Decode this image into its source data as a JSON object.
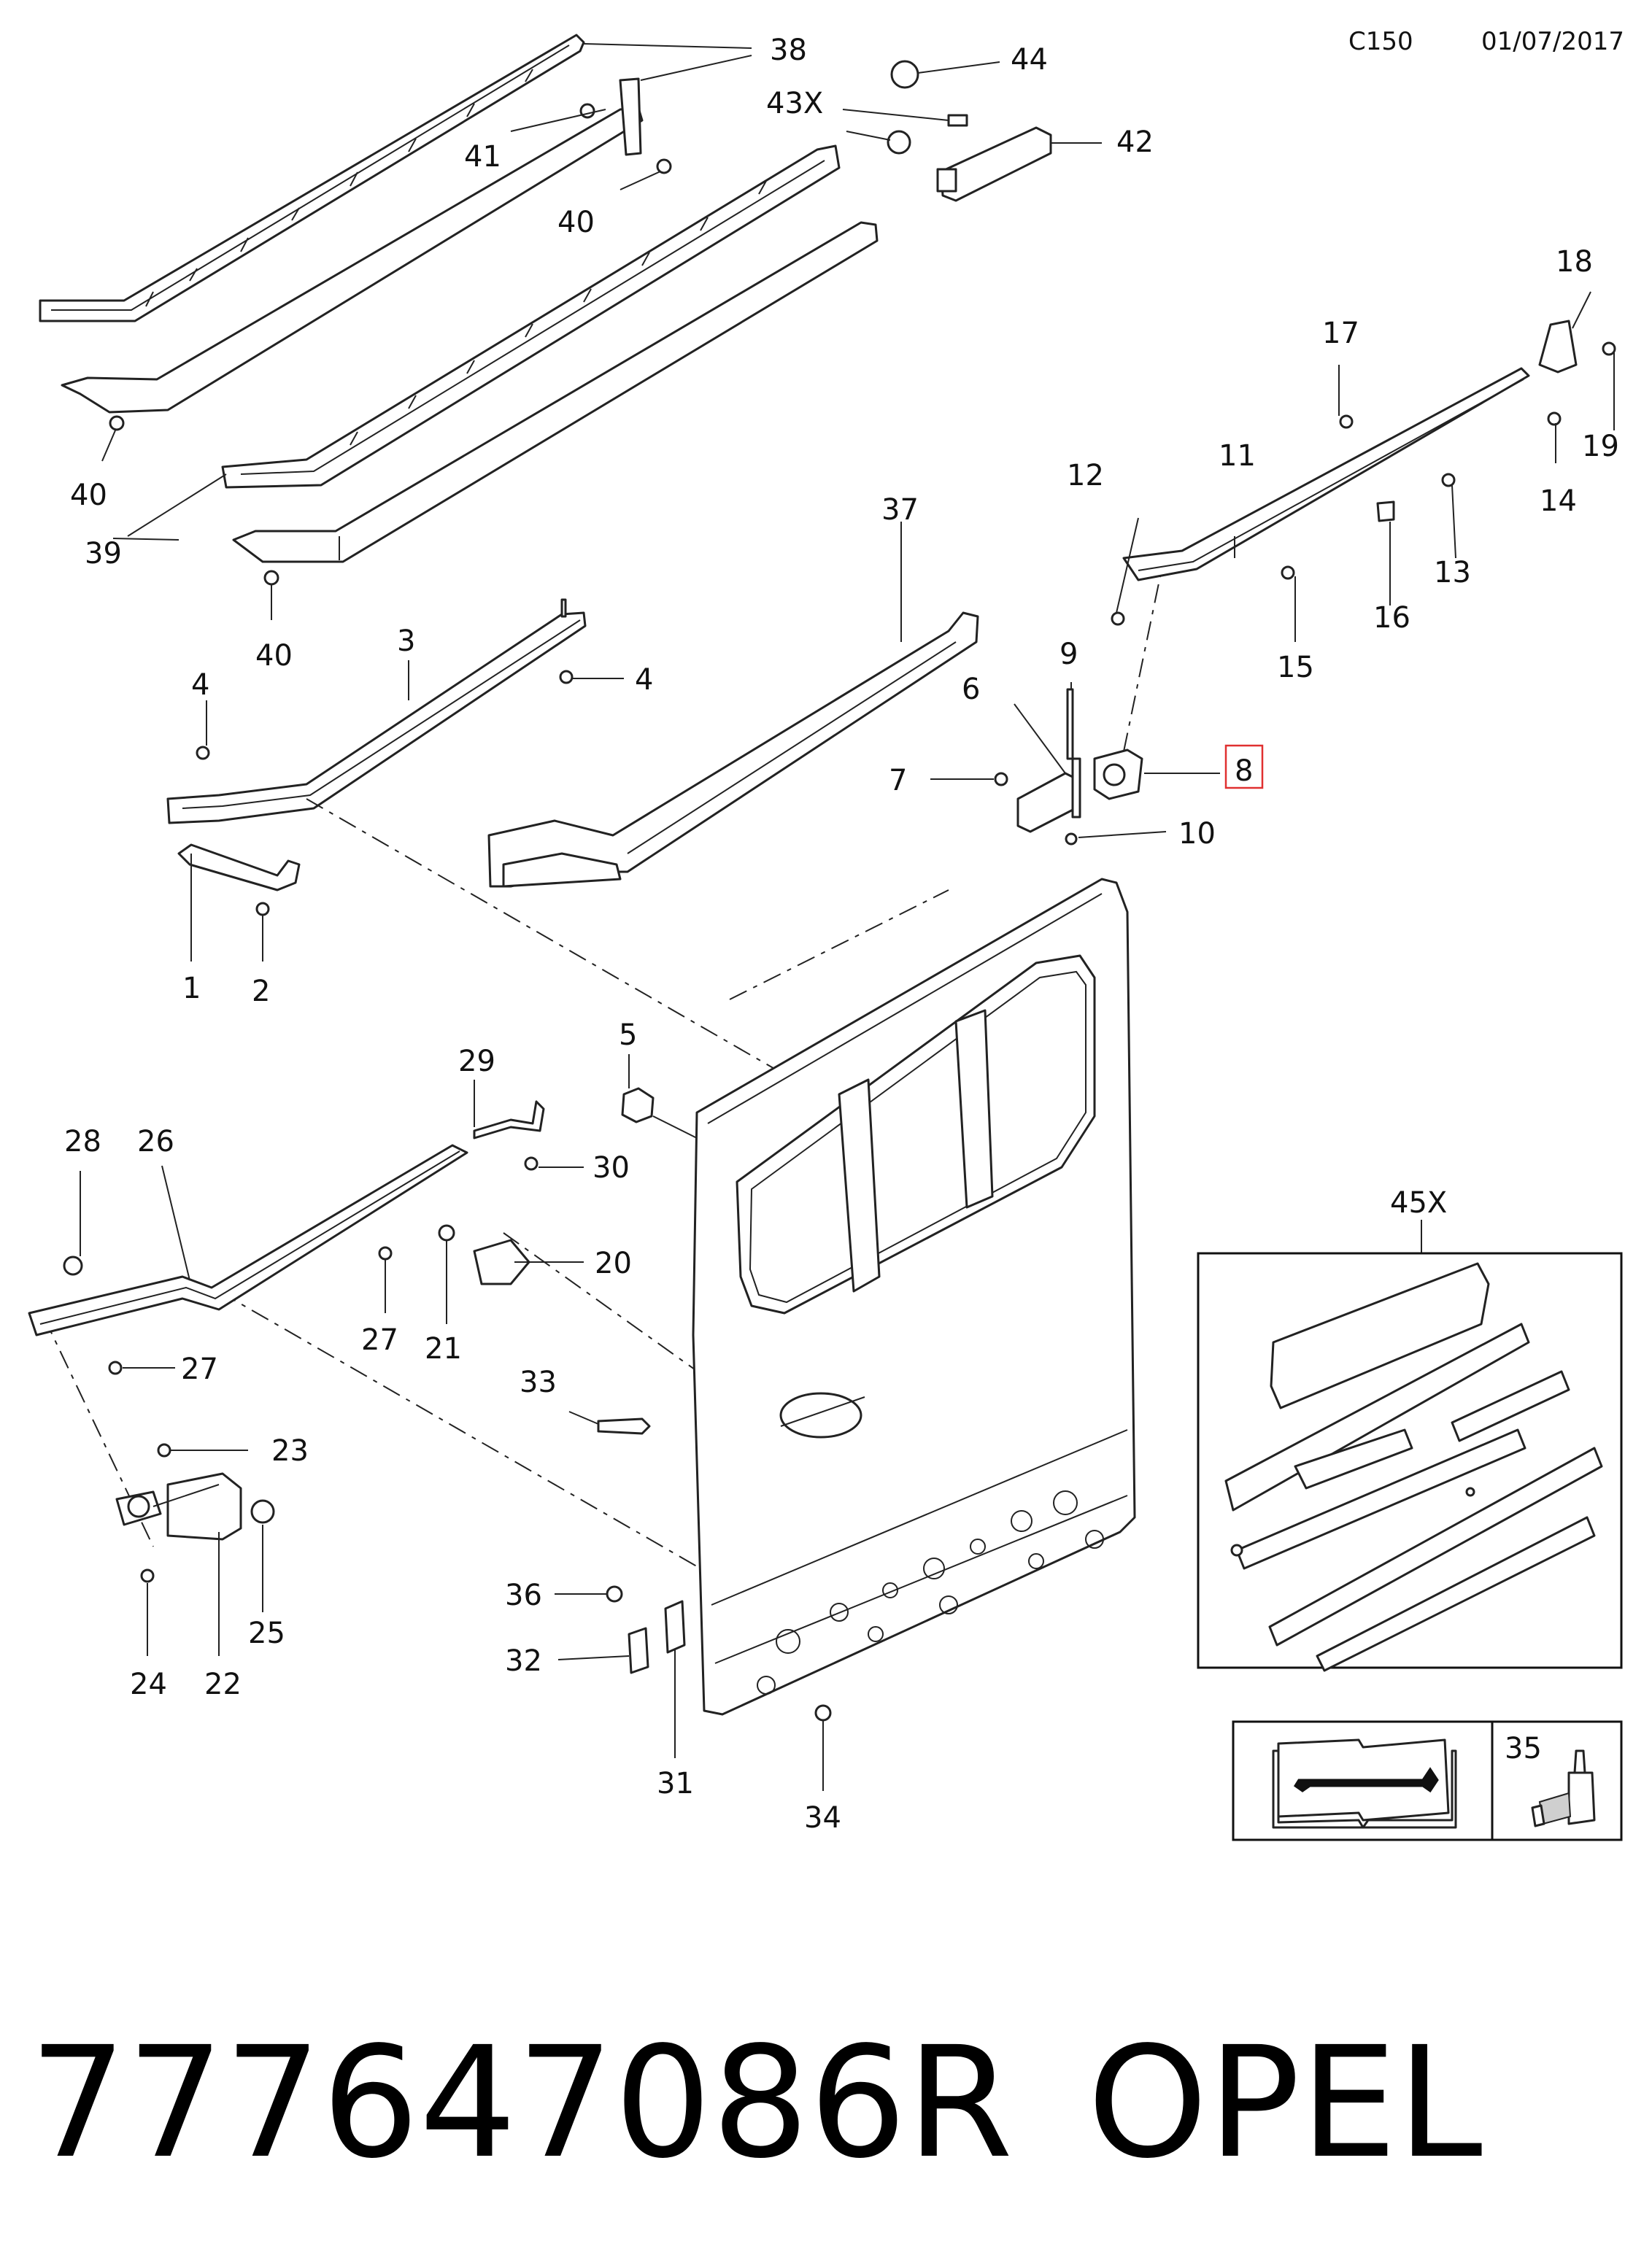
{
  "header": {
    "code": "C150",
    "date": "01/07/2017"
  },
  "footer": {
    "part_number": "777647086R",
    "brand": "OPEL"
  },
  "callouts": {
    "c1": "1",
    "c2": "2",
    "c3": "3",
    "c4": "4",
    "c5": "5",
    "c6": "6",
    "c7": "7",
    "c8": "8",
    "c9": "9",
    "c10": "10",
    "c11": "11",
    "c12": "12",
    "c13": "13",
    "c14": "14",
    "c15": "15",
    "c16": "16",
    "c17": "17",
    "c18": "18",
    "c19": "19",
    "c20": "20",
    "c21": "21",
    "c22": "22",
    "c23": "23",
    "c24": "24",
    "c25": "25",
    "c26": "26",
    "c27": "27",
    "c28": "28",
    "c29": "29",
    "c30": "30",
    "c31": "31",
    "c32": "32",
    "c33": "33",
    "c34": "34",
    "c35": "35",
    "c36": "36",
    "c37": "37",
    "c38": "38",
    "c39": "39",
    "c40": "40",
    "c41": "41",
    "c42": "42",
    "c43x": "43X",
    "c44": "44",
    "c45x": "45X"
  },
  "icons": {
    "manual": "repair-manual-book-icon",
    "adhesive": "adhesive-bottle-icon"
  },
  "highlight_color": "#e03030"
}
